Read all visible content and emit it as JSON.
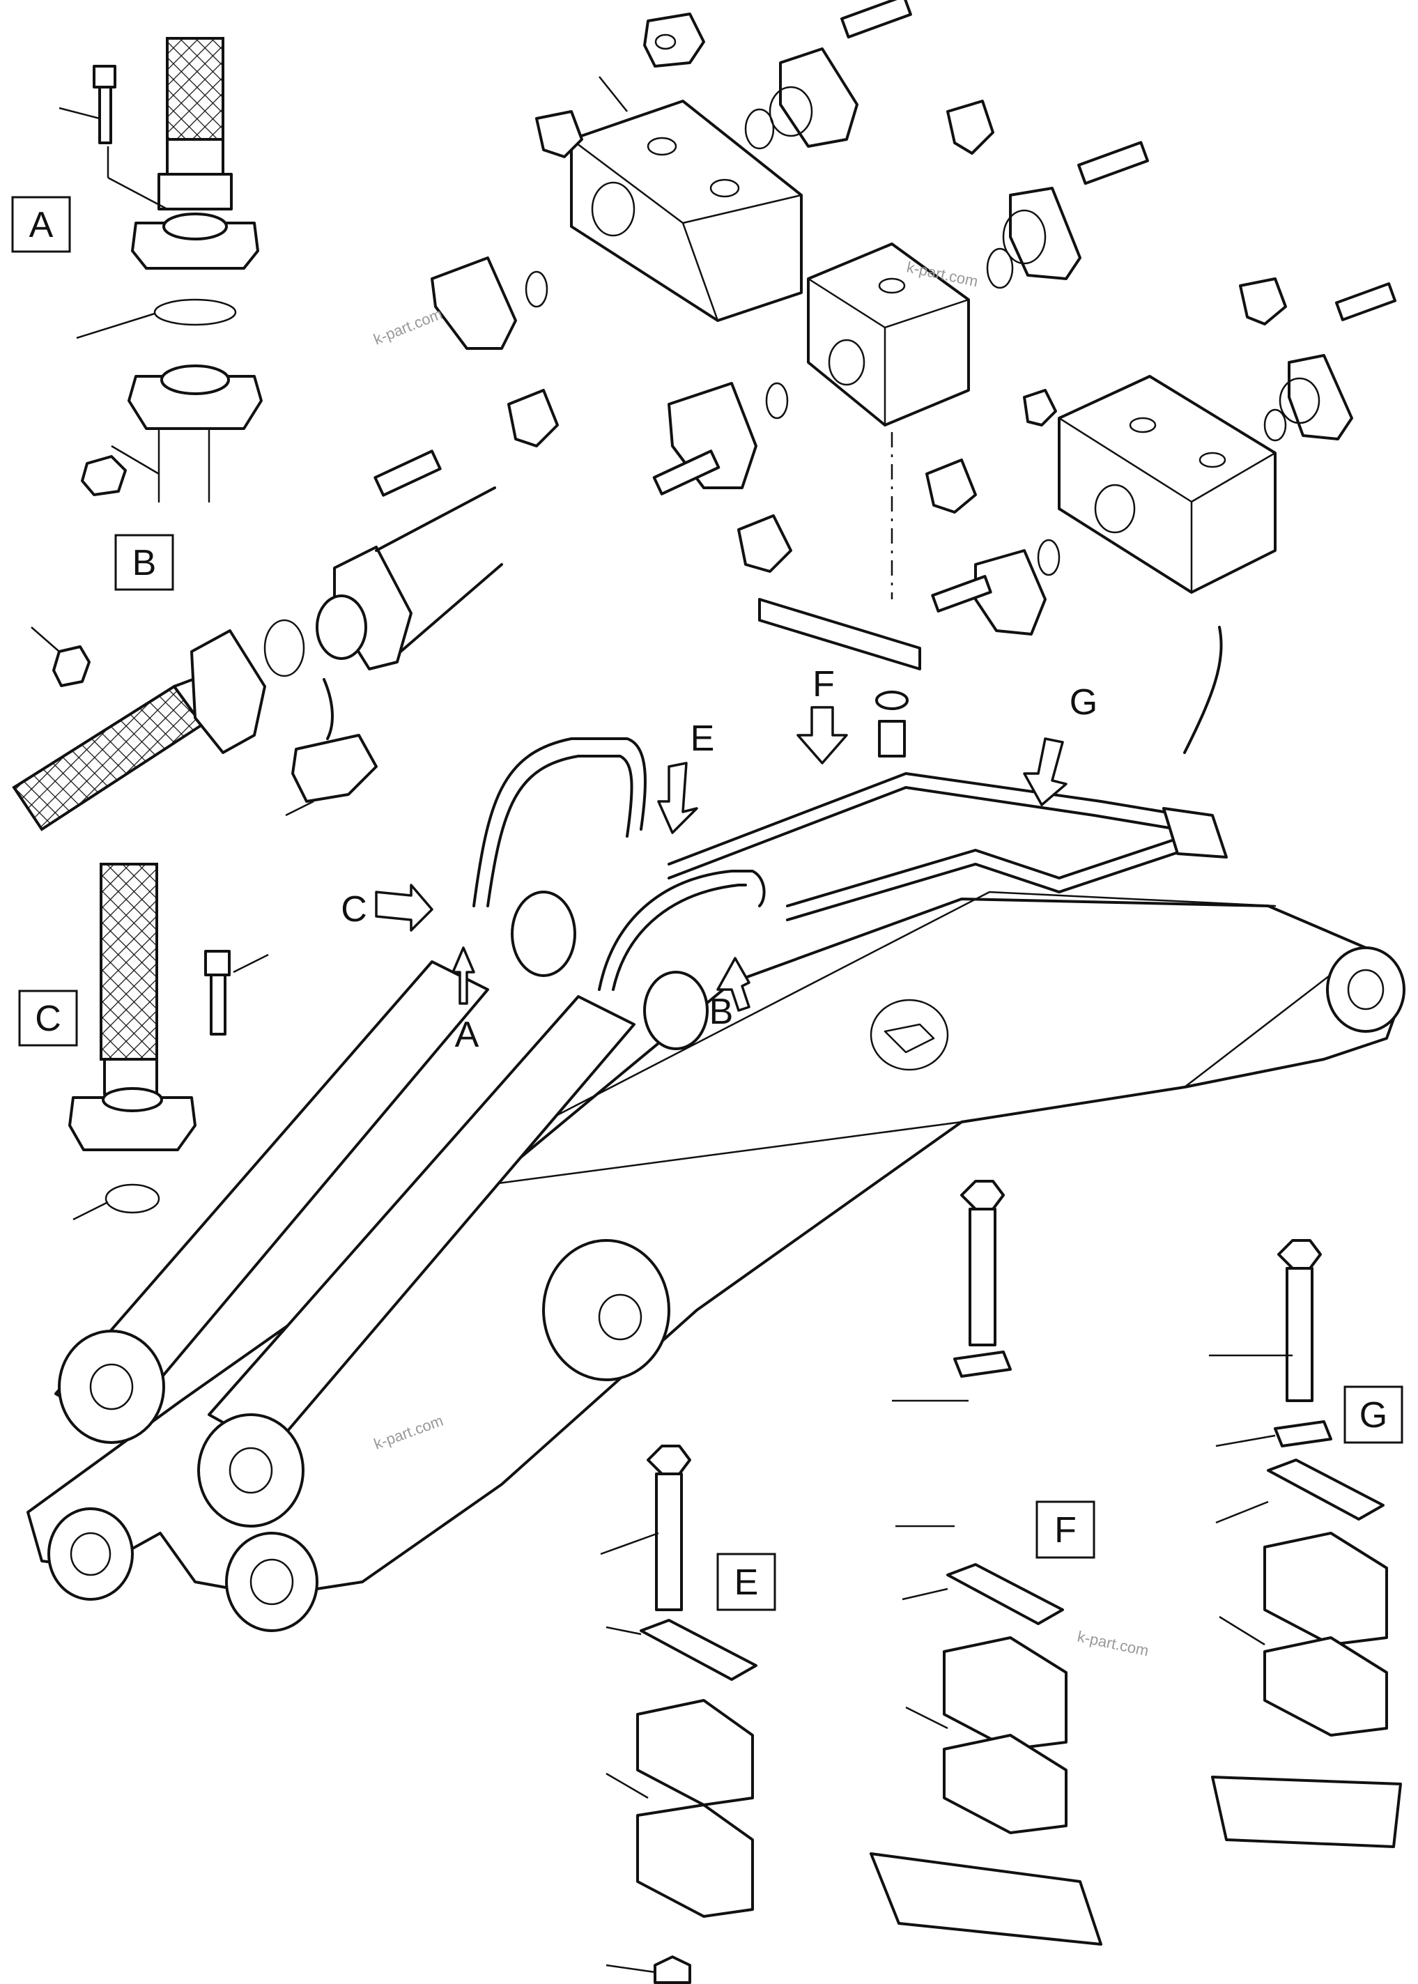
{
  "detail_labels": {
    "A": "A",
    "B": "B",
    "C": "C",
    "E": "E",
    "F": "F",
    "G": "G"
  },
  "callouts": {
    "A": "A",
    "B": "B",
    "C": "C",
    "E": "E",
    "F": "F",
    "G": "G"
  },
  "watermarks": [
    "k-part.com",
    "k-part.com",
    "k-part.com",
    "k-part.com"
  ]
}
